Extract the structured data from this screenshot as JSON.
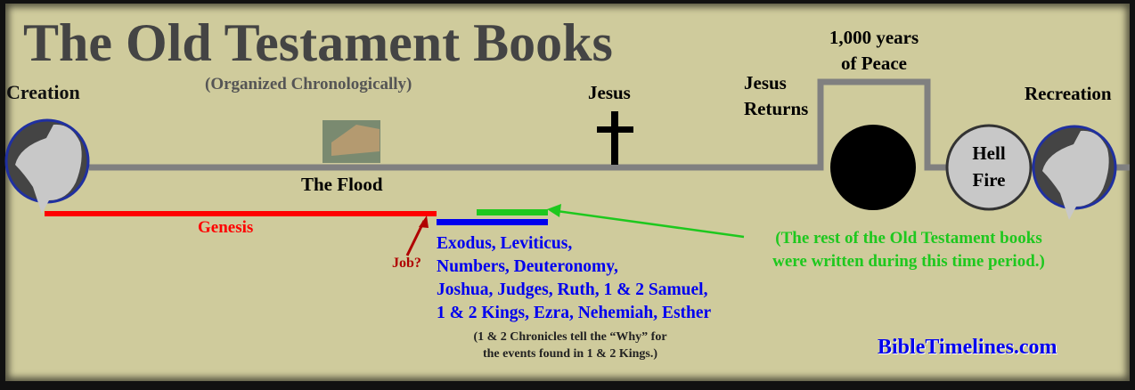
{
  "title": "The Old Testament Books",
  "subtitle": "(Organized Chronologically)",
  "events": {
    "creation": "Creation",
    "flood": "The Flood",
    "jesus": "Jesus",
    "jesus_returns_1": "Jesus",
    "jesus_returns_2": "Returns",
    "millennium_1": "1,000 years",
    "millennium_2": "of Peace",
    "hell_1": "Hell",
    "hell_2": "Fire",
    "recreation": "Recreation"
  },
  "books": {
    "genesis": "Genesis",
    "job": "Job?",
    "lines": [
      "Exodus, Leviticus,",
      "Numbers, Deuteronomy,",
      "Joshua, Judges, Ruth, 1 & 2 Samuel,",
      "1 & 2 Kings, Ezra, Nehemiah, Esther"
    ],
    "chronicles": [
      "(1 & 2 Chronicles tell the “Why” for",
      "the events found in 1 & 2 Kings.)"
    ],
    "rest": [
      "(The rest of the Old Testament books",
      "were written during this time period.)"
    ]
  },
  "site": "BibleTimelines.com",
  "colors": {
    "genesis": "#ff0000",
    "blue": "#0000ee",
    "green": "#1ec81e",
    "job": "#b00000",
    "line": "#808080"
  }
}
